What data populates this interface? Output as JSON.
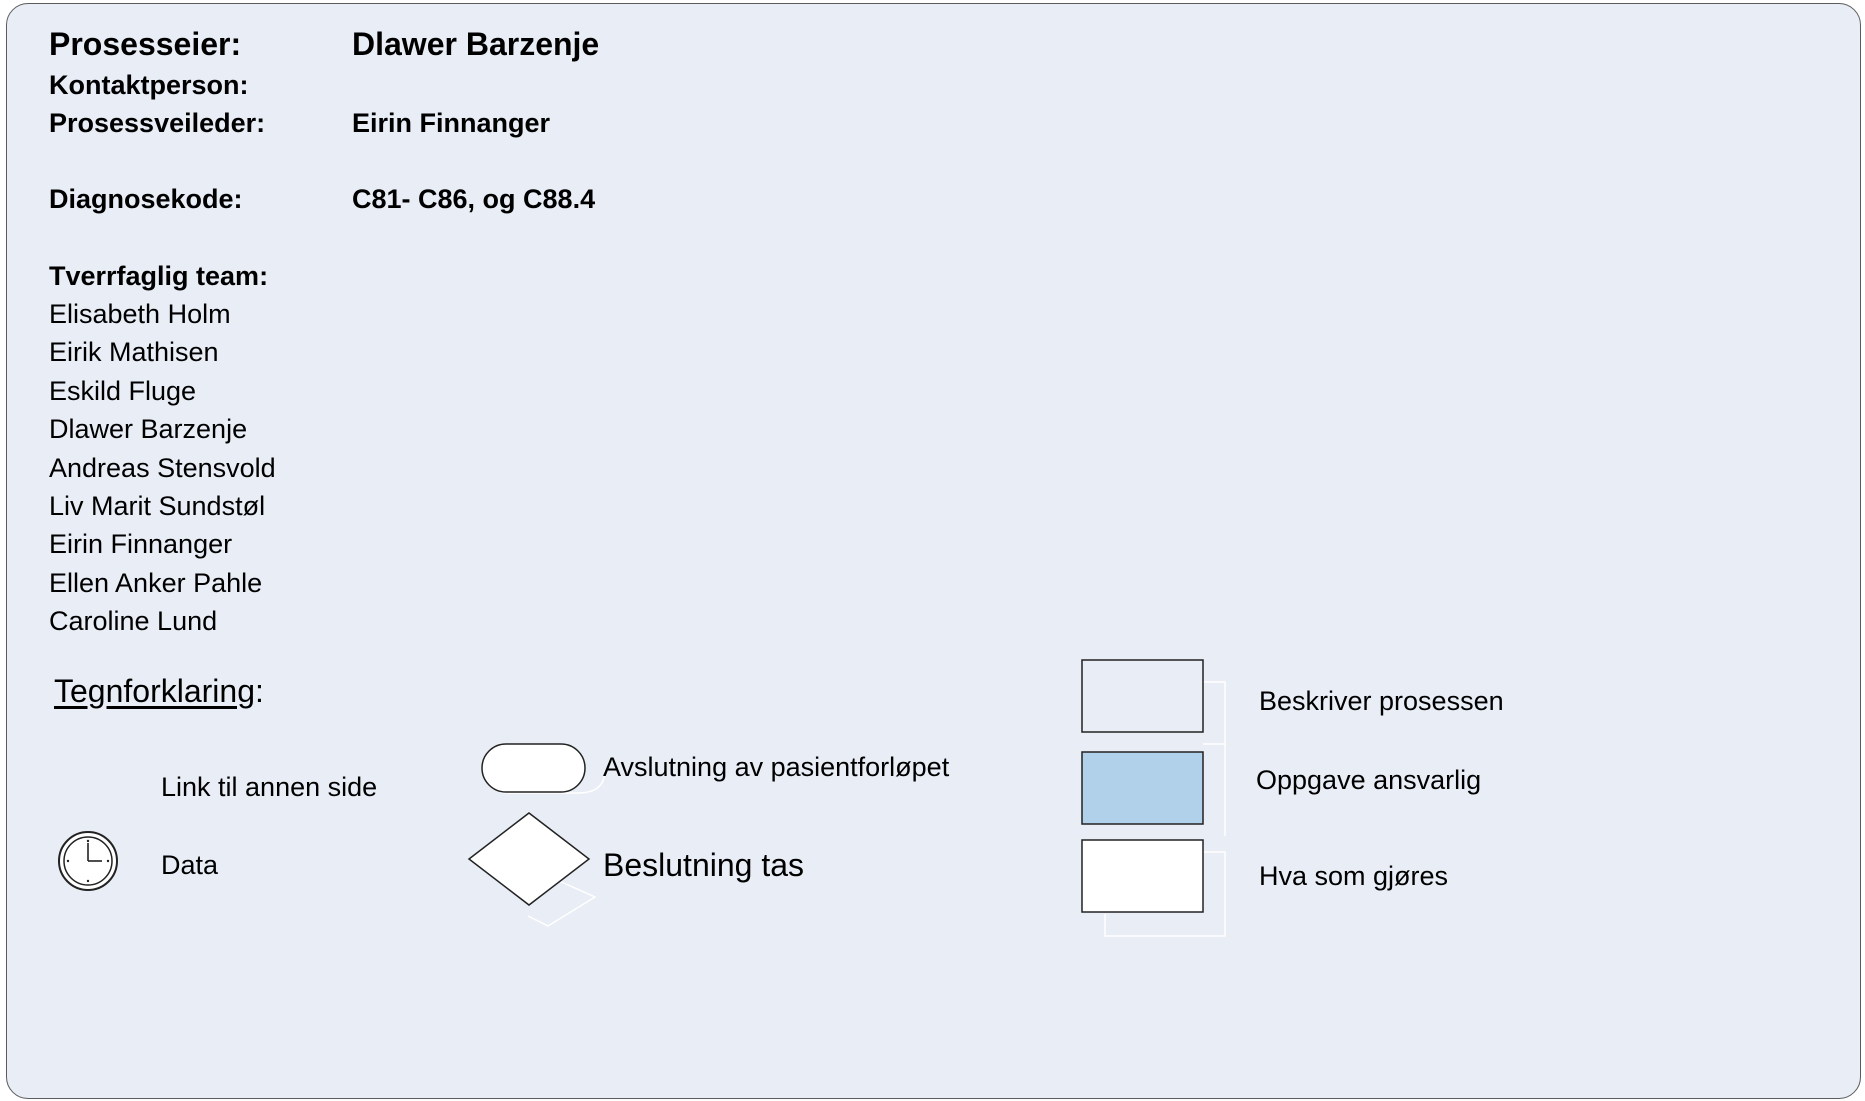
{
  "header": {
    "process_owner_label": "Prosesseier:",
    "process_owner_value": "Dlawer Barzenje",
    "contact_label": "Kontaktperson:",
    "contact_value": "",
    "guide_label": "Prosessveileder:",
    "guide_value": "Eirin Finnanger",
    "diagnosis_label": "Diagnosekode:",
    "diagnosis_value": "C81- C86, og C88.4"
  },
  "team": {
    "label": "Tverrfaglig team:",
    "members": [
      "Elisabeth Holm",
      "Eirik Mathisen",
      "Eskild Fluge",
      "Dlawer Barzenje",
      "Andreas Stensvold",
      "Liv Marit Sundstøl",
      "Eirin Finnanger",
      "Ellen Anker Pahle",
      "Caroline Lund"
    ]
  },
  "legend": {
    "title": "Tegnforklaring",
    "title_suffix": ":",
    "link_text": "Link til annen side",
    "data_text": "Data",
    "end_text": "Avslutning av pasientforløpet",
    "decision_text": "Beslutning tas",
    "process_text": "Beskriver prosessen",
    "task_text": "Oppgave ansvarlig",
    "action_text": "Hva som gjøres"
  },
  "colors": {
    "panel_bg": "#e8edf6",
    "task_fill": "#b0d1e9",
    "process_fill": "#e8edf6",
    "action_fill": "#ffffff"
  }
}
